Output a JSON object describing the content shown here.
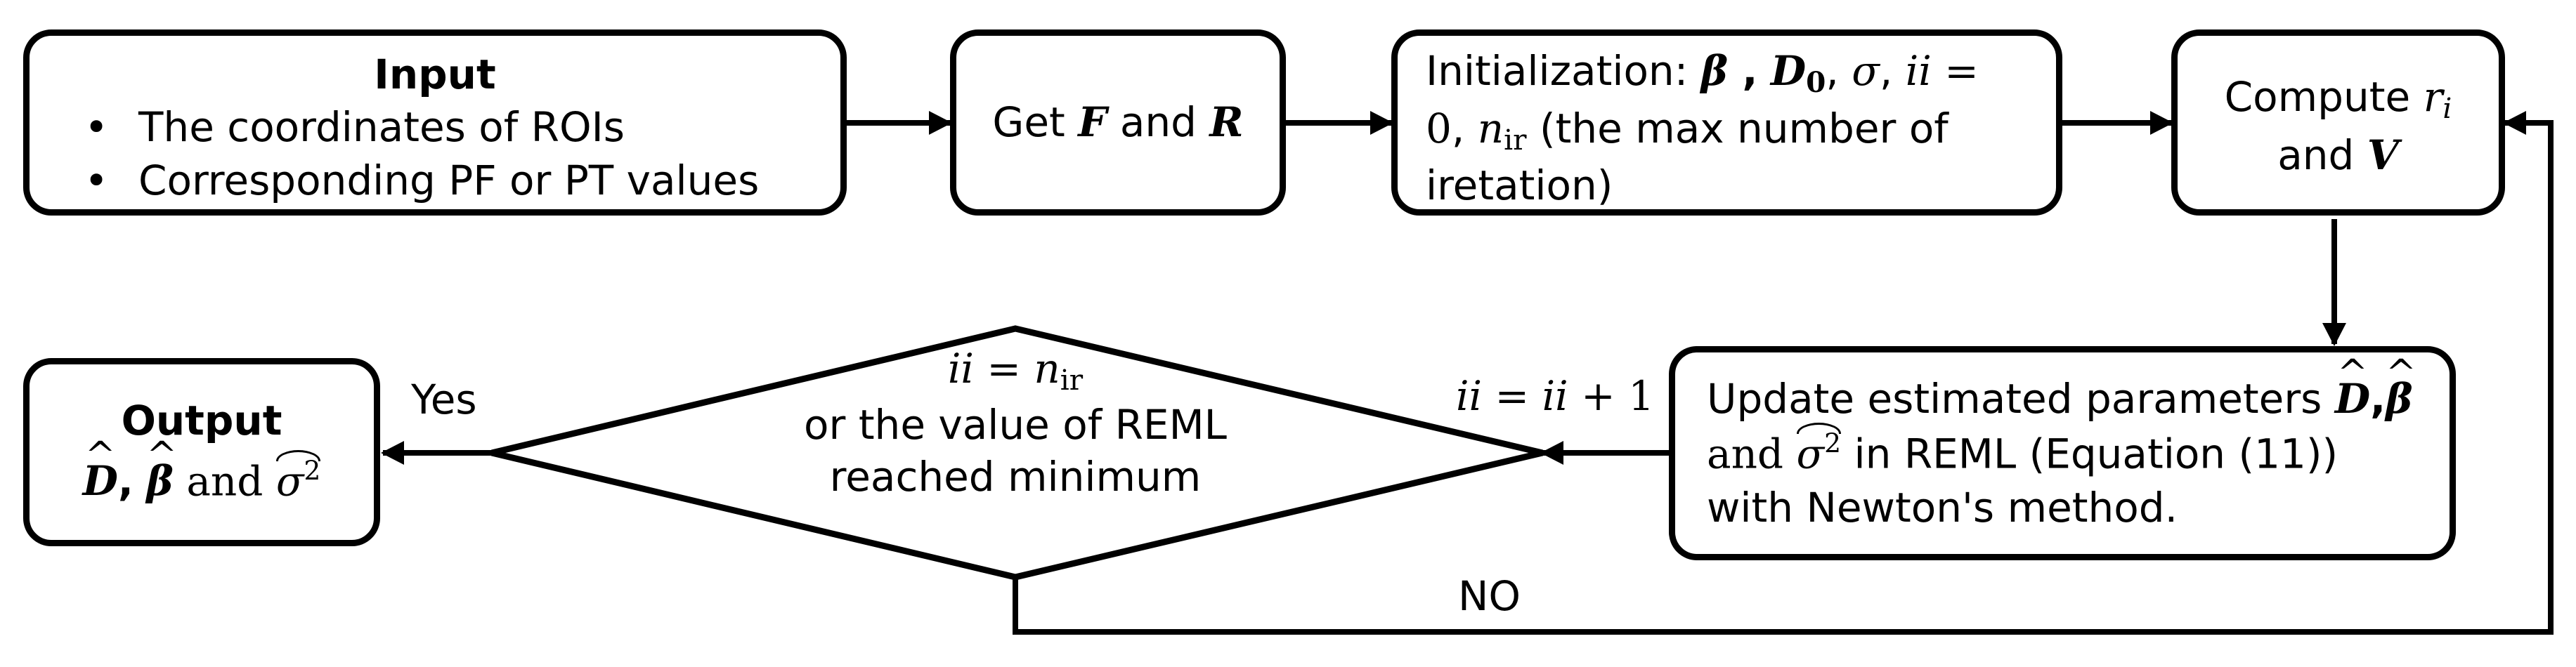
{
  "nodes": {
    "input": {
      "title": "Input",
      "bullets": [
        "The coordinates of ROIs",
        "Corresponding PF or PT values"
      ]
    },
    "get_fr": {
      "text_get": "Get",
      "sym_f": "F",
      "text_and": "and",
      "sym_r": "R"
    },
    "init": {
      "label": "Initialization:",
      "sym_beta": "β",
      "sep_comma": " ,",
      "sym_d0": "D",
      "sym_d0_sub": "0",
      "comma2": ",",
      "sym_sigma": "σ",
      "comma3": ",",
      "sym_ii": "ii",
      "eq": "=",
      "zero": "0",
      "comma4": ",",
      "sym_n": "n",
      "sym_n_sub": "ir",
      "note": "(the max number of",
      "note2": "iretation)"
    },
    "compute": {
      "text_compute": "Compute",
      "sym_r": "r",
      "sym_r_sub": "i",
      "text_and": "and",
      "sym_v": "V"
    },
    "update": {
      "line1": "Update estimated parameters",
      "sym_d": "D",
      "comma": ",",
      "sym_beta": "β",
      "text_and": "and",
      "sym_sigma": "σ",
      "sym_sq": "2",
      "line2_rest": "in REML (Equation (11))",
      "line3": "with Newton's method."
    },
    "decision": {
      "math_ii": "ii",
      "math_eq": "=",
      "math_n": "n",
      "math_sub": "ir",
      "line2": "or the  value of REML",
      "line3": "reached minimum"
    },
    "output": {
      "title": "Output",
      "sym_d": "D",
      "comma": ",",
      "sym_beta": "β",
      "text_and": "and",
      "sym_sigma": "σ",
      "sym_sq": "2"
    }
  },
  "edge_labels": {
    "yes": "Yes",
    "no": "NO",
    "increment_ii": "ii",
    "increment_eq": "=",
    "increment_ii2": "ii",
    "increment_plus": "+",
    "increment_one": "1"
  }
}
